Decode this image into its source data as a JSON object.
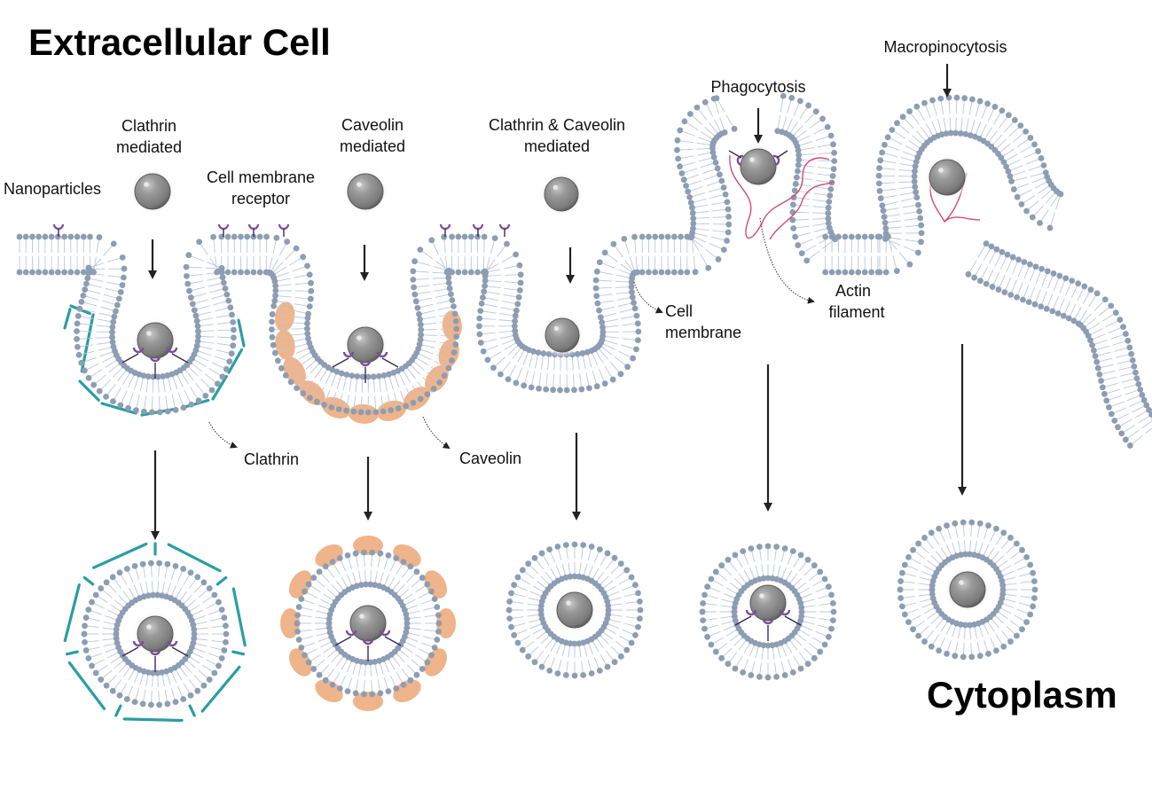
{
  "title": "Extracellular Cell",
  "footer_title": "Cytoplasm",
  "colors": {
    "membrane_head": "#8d9db3",
    "membrane_tail": "#b9c8dc",
    "clathrin": "#2a9ea3",
    "caveolin": "#f0b48a",
    "receptor": "#7b4e9c",
    "actin": "#d24a78",
    "nanoparticle": "#8a8a8a",
    "arrow": "#222222"
  },
  "pathways": [
    {
      "id": "clathrin",
      "label_lines": [
        "Clathrin",
        "mediated"
      ],
      "coat": "clathrin",
      "has_receptor": true
    },
    {
      "id": "caveolin",
      "label_lines": [
        "Caveolin",
        "mediated"
      ],
      "coat": "caveolin",
      "has_receptor": true
    },
    {
      "id": "clathrin-caveolin",
      "label_lines": [
        "Clathrin & Caveolin",
        "mediated"
      ],
      "coat": "none",
      "has_receptor": false
    },
    {
      "id": "phagocytosis",
      "label_lines": [
        "Phagocytosis"
      ],
      "coat": "none",
      "has_receptor": true
    },
    {
      "id": "macropinocytosis",
      "label_lines": [
        "Macropinocytosis"
      ],
      "coat": "none",
      "has_receptor": false
    }
  ],
  "annotations": {
    "nanoparticles": "Nanoparticles",
    "receptor_lines": [
      "Cell membrane",
      "receptor"
    ],
    "clathrin": "Clathrin",
    "caveolin": "Caveolin",
    "cell_membrane_lines": [
      "Cell",
      "membrane"
    ],
    "actin_lines": [
      "Actin",
      "filament"
    ]
  }
}
